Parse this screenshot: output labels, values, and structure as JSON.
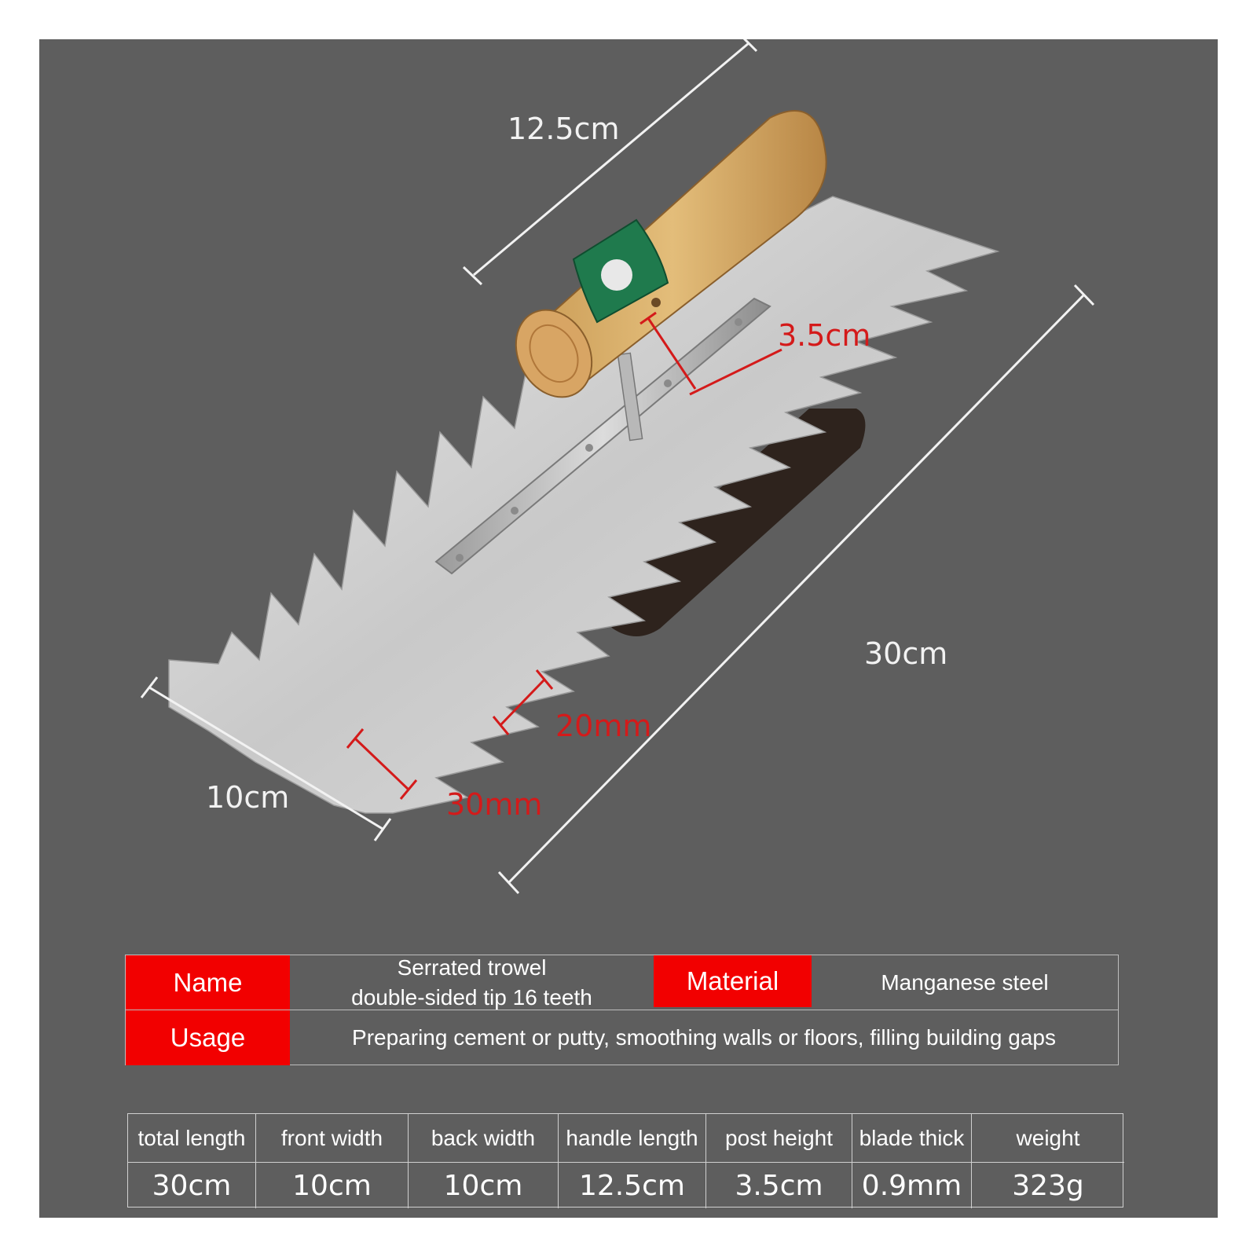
{
  "dimensions": {
    "handle_length": "12.5cm",
    "total_length": "30cm",
    "front_width": "10cm",
    "post_height": "3.5cm",
    "tooth_depth": "20mm",
    "tooth_pitch": "30mm"
  },
  "info_table": {
    "name_label": "Name",
    "name_value_line1": "Serrated trowel",
    "name_value_line2": "double-sided tip 16 teeth",
    "material_label": "Material",
    "material_value": "Manganese steel",
    "usage_label": "Usage",
    "usage_value": "Preparing cement or putty, smoothing walls or floors, filling building gaps"
  },
  "spec_table": {
    "headers": [
      "total length",
      "front width",
      "back width",
      "handle length",
      "post height",
      "blade thick",
      "weight"
    ],
    "values": [
      "30cm",
      "10cm",
      "10cm",
      "12.5cm",
      "3.5cm",
      "0.9mm",
      "323g"
    ]
  },
  "colors": {
    "background": "#5e5e5e",
    "label_red": "#f20000",
    "dimension_red": "#d41a1a"
  }
}
